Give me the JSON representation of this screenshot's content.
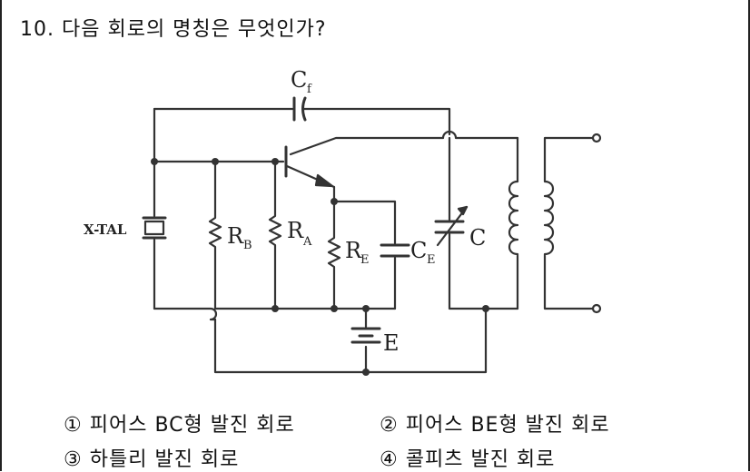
{
  "question": {
    "number": "10.",
    "text": "다음 회로의 명칭은 무엇인가?"
  },
  "circuit": {
    "cap_feedback": "C",
    "cap_feedback_sub": "f",
    "crystal": "X-TAL",
    "rb": "R",
    "rb_sub": "B",
    "ra": "R",
    "ra_sub": "A",
    "re": "R",
    "re_sub": "E",
    "ce": "C",
    "ce_sub": "E",
    "var_cap": "C",
    "battery": "E"
  },
  "options": [
    {
      "marker": "①",
      "text": "피어스 BC형 발진 회로"
    },
    {
      "marker": "②",
      "text": "피어스 BE형 발진 회로"
    },
    {
      "marker": "③",
      "text": "하틀리 발진 회로"
    },
    {
      "marker": "④",
      "text": "콜피츠 발진 회로"
    }
  ]
}
